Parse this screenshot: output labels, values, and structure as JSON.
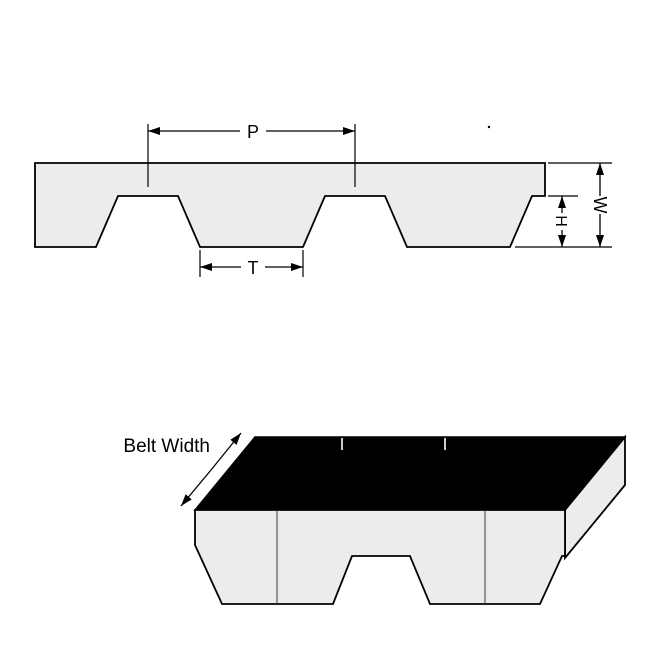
{
  "diagram": {
    "labels": {
      "pitch": "P",
      "tooth_width": "T",
      "tooth_height": "H",
      "belt_thickness": "W",
      "belt_width": "Belt Width"
    },
    "colors": {
      "belt_fill": "#ececec",
      "outline": "#000000",
      "top_surface": "#000000",
      "background": "#ffffff"
    }
  }
}
